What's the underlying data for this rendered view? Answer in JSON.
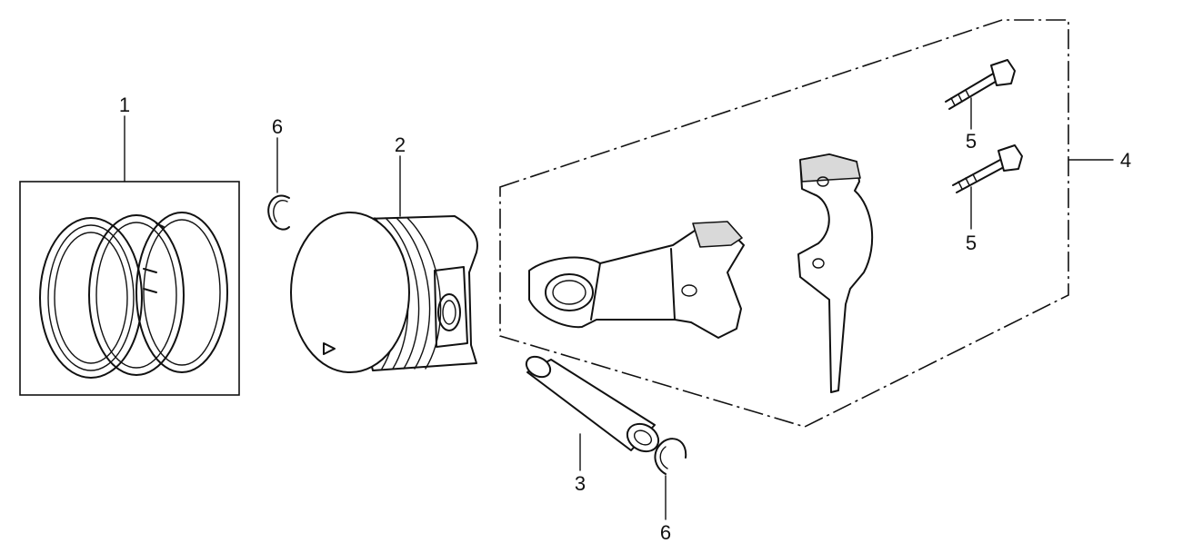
{
  "callouts": {
    "piston_ring_set": "1",
    "piston": "2",
    "piston_pin": "3",
    "connecting_rod_set": "4",
    "rod_bolt_upper": "5",
    "rod_bolt_lower": "5",
    "pin_clip_upper": "6",
    "pin_clip_lower": "6"
  },
  "colors": {
    "line": "#111111",
    "background": "#ffffff"
  }
}
